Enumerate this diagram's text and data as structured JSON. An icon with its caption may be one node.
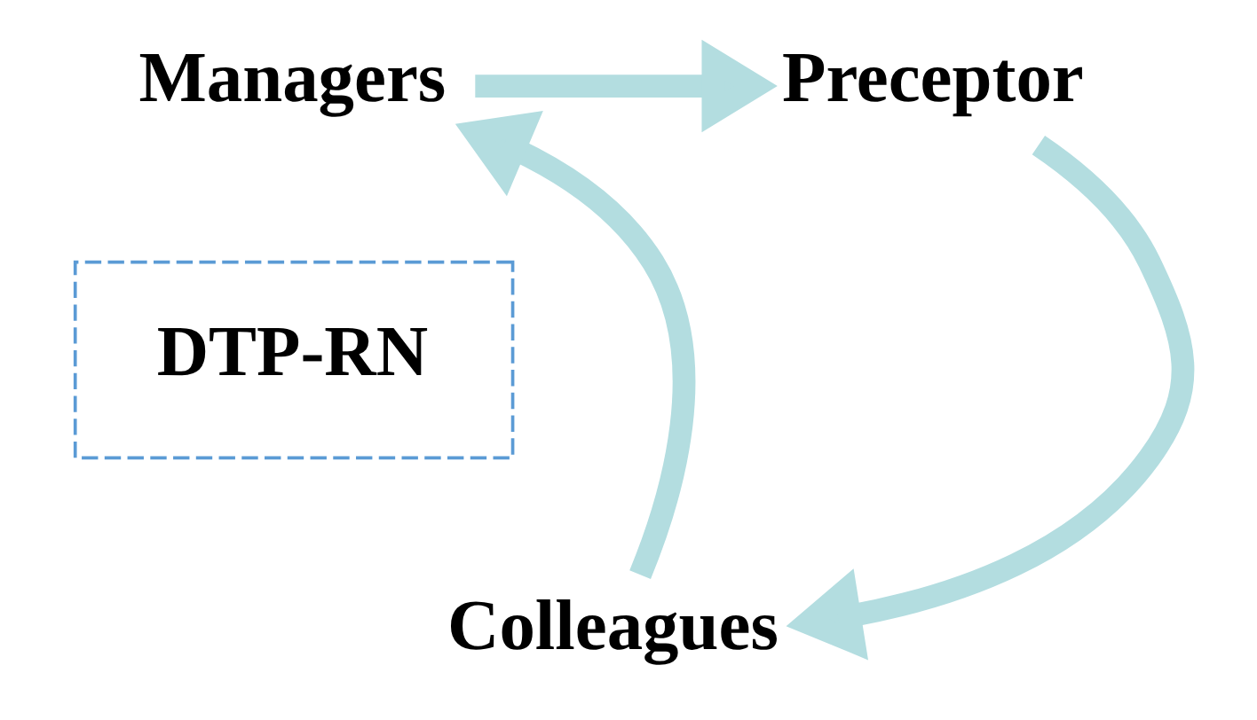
{
  "diagram": {
    "nodes": [
      {
        "text": [
          "Managers"
        ]
      },
      {
        "text": [
          "Preceptor"
        ]
      },
      {
        "text": [
          "DTP-RN"
        ]
      },
      {
        "text": [
          "Colleagues"
        ]
      }
    ],
    "edges": [
      {
        "from": 0,
        "to": 1,
        "arrow": "to"
      },
      {
        "from": 1,
        "to": 3,
        "arrow": "to"
      },
      {
        "from": 3,
        "to": 0,
        "arrow": "to"
      }
    ]
  }
}
